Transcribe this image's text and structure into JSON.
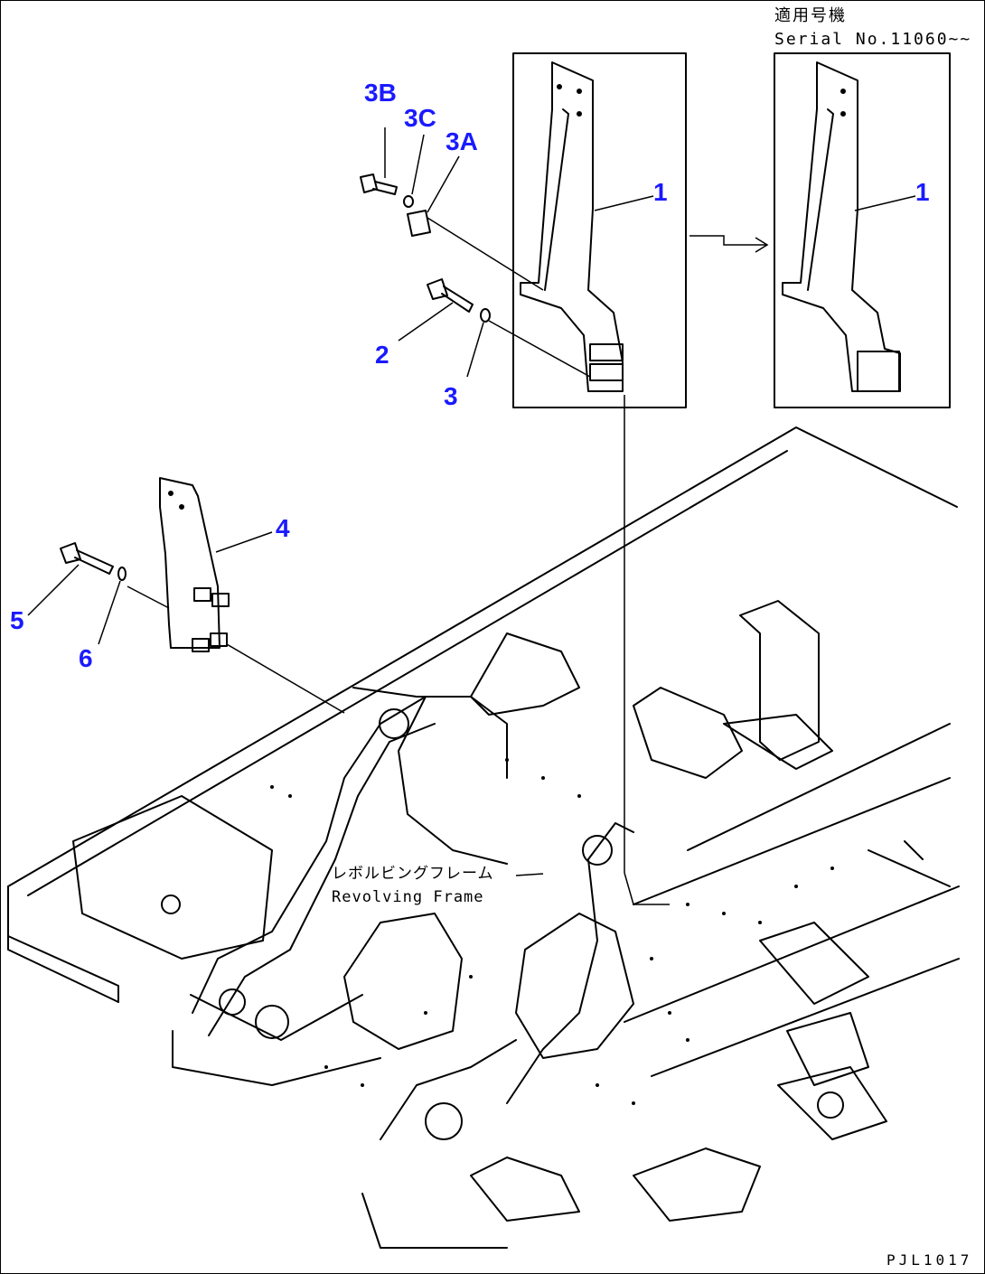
{
  "applicability": {
    "jp_label": "適用号機",
    "serial_label": "Serial No.11060~~"
  },
  "callouts": {
    "c3b": "3B",
    "c3c": "3C",
    "c3a": "3A",
    "c1_left": "1",
    "c1_right": "1",
    "c2": "2",
    "c3": "3",
    "c4": "4",
    "c5": "5",
    "c6": "6"
  },
  "frame_label": {
    "jp": "レボルビングフレーム",
    "en": "Revolving Frame"
  },
  "drawing_number": "PJL1017",
  "colors": {
    "callout": "#1a1aff",
    "linework": "#000000"
  }
}
